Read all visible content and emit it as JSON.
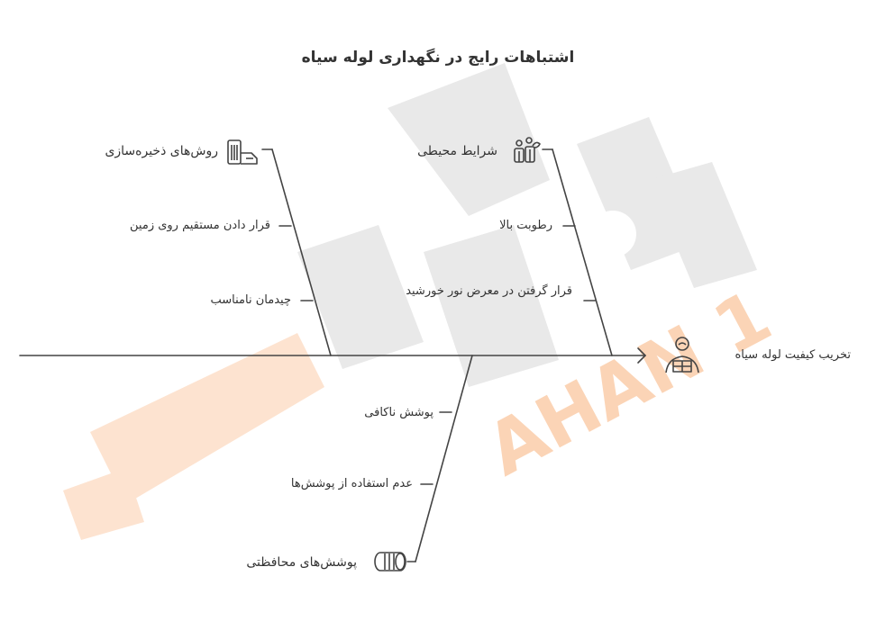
{
  "title": "اشتباهات رایج در نگهداری لوله سیاه",
  "effect": {
    "label": "تخریب کیفیت لوله سیاه",
    "icon": "person-with-box-icon"
  },
  "watermark": {
    "text": "AHAN 1",
    "color": "#f9c9a8"
  },
  "colors": {
    "line": "#444444",
    "text": "#333333"
  },
  "categories": [
    {
      "label": "روش‌های ذخیره‌سازی",
      "icon": "building-icon",
      "causes": [
        "قرار دادن مستقیم روی زمین",
        "چیدمان نامناسب"
      ]
    },
    {
      "label": "شرایط محیطی",
      "icon": "people-thinking-icon",
      "causes": [
        "رطوبت بالا",
        "قرار گرفتن در معرض نور خورشید"
      ]
    },
    {
      "label": "پوشش‌های محافظتی",
      "icon": "cylinder-wrap-icon",
      "causes": [
        "پوشش ناکافی",
        "عدم استفاده از پوشش‌ها"
      ]
    }
  ]
}
